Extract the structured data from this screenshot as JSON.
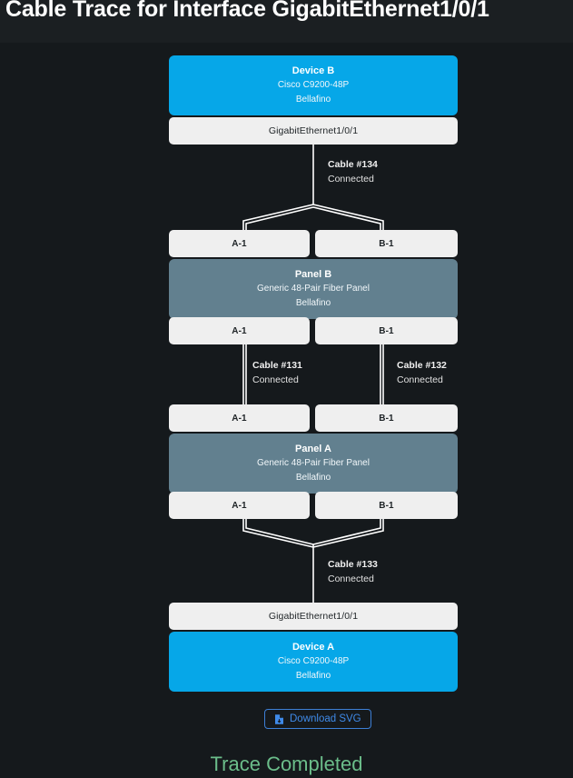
{
  "header": {
    "title": "Cable Trace for Interface GigabitEthernet1/0/1"
  },
  "colors": {
    "background": "#15191c",
    "header_background": "#1b1f22",
    "device_node": "#06a7e8",
    "panel_node": "#62808f",
    "port_box": "#efefef",
    "trace_status": "#6bbd8a",
    "button_accent": "#3f8ae8",
    "connector_line": "#ffffff"
  },
  "trace": {
    "nodes": [
      {
        "id": "device-b",
        "kind": "device",
        "title": "Device B",
        "model": "Cisco C9200-48P",
        "site": "Bellafino"
      },
      {
        "id": "panel-b",
        "kind": "panel",
        "title": "Panel B",
        "model": "Generic 48-Pair Fiber Panel",
        "site": "Bellafino"
      },
      {
        "id": "panel-a",
        "kind": "panel",
        "title": "Panel A",
        "model": "Generic 48-Pair Fiber Panel",
        "site": "Bellafino"
      },
      {
        "id": "device-a",
        "kind": "device",
        "title": "Device A",
        "model": "Cisco C9200-48P",
        "site": "Bellafino"
      }
    ],
    "ports": {
      "device_b_interface": "GigabitEthernet1/0/1",
      "panel_b_top_left": "A-1",
      "panel_b_top_right": "B-1",
      "panel_b_bottom_left": "A-1",
      "panel_b_bottom_right": "B-1",
      "panel_a_top_left": "A-1",
      "panel_a_top_right": "B-1",
      "panel_a_bottom_left": "A-1",
      "panel_a_bottom_right": "B-1",
      "device_a_interface": "GigabitEthernet1/0/1"
    },
    "cables": [
      {
        "id": "cable-134",
        "label": "Cable #134",
        "status": "Connected"
      },
      {
        "id": "cable-131",
        "label": "Cable #131",
        "status": "Connected"
      },
      {
        "id": "cable-132",
        "label": "Cable #132",
        "status": "Connected"
      },
      {
        "id": "cable-133",
        "label": "Cable #133",
        "status": "Connected"
      }
    ]
  },
  "footer": {
    "download_label": "Download SVG",
    "download_icon": "file-download-icon",
    "status_text": "Trace Completed"
  }
}
